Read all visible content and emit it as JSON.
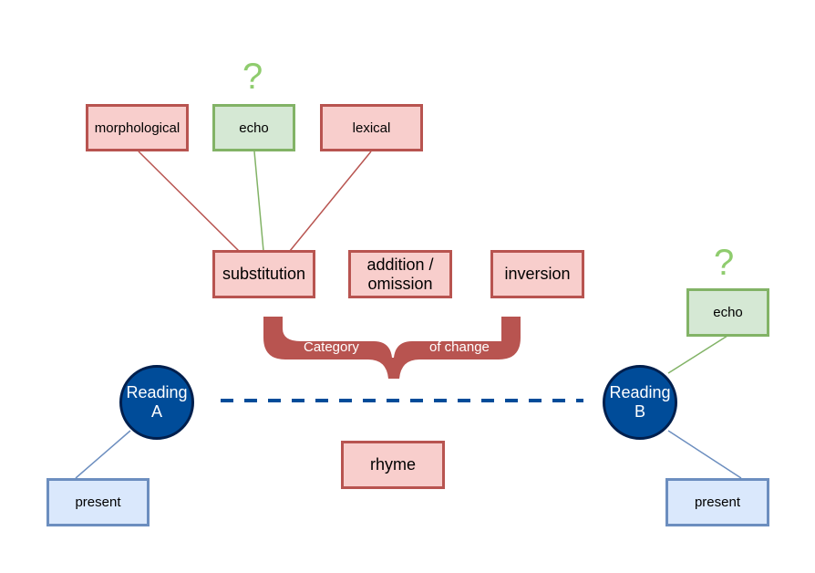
{
  "nodes": {
    "morphological": "morphological",
    "echo_top": "echo",
    "lexical": "lexical",
    "substitution": "substitution",
    "addition_omission": "addition / omission",
    "inversion": "inversion",
    "rhyme": "rhyme",
    "echo_right": "echo",
    "present_left": "present",
    "present_right": "present"
  },
  "question_marks": {
    "top": "?",
    "right": "?"
  },
  "brace": {
    "label_left": "Category",
    "label_right": "of change"
  },
  "readings": {
    "a_line1": "Reading",
    "a_line2": "A",
    "b_line1": "Reading",
    "b_line2": "B"
  },
  "colors": {
    "red_fill": "#f8cecc",
    "red_stroke": "#b85450",
    "green_fill": "#d5e8d4",
    "green_stroke": "#82b366",
    "blue_fill": "#dae8fc",
    "blue_stroke": "#6c8ebf",
    "reading_fill": "#004c99",
    "question_mark": "#8fcc6e"
  }
}
